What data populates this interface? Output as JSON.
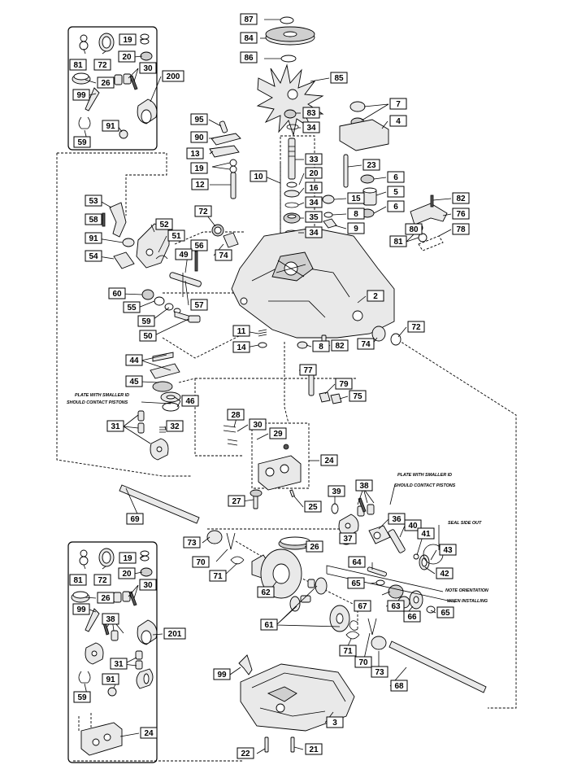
{
  "diagram": {
    "notes": {
      "plate_left_1": "PLATE WITH SMALLER ID",
      "plate_left_2": "SHOULD CONTACT PISTONS",
      "plate_right_1": "PLATE WITH SMALLER ID",
      "plate_right_2": "SHOULD CONTACT PISTONS",
      "seal_side_out": "SEAL SIDE OUT",
      "orientation_1": "NOTE ORIENTATION",
      "orientation_2": "WHEN INSTALLING"
    },
    "labels": [
      "87",
      "84",
      "86",
      "85",
      "83",
      "34",
      "7",
      "4",
      "95",
      "90",
      "13",
      "19",
      "12",
      "10",
      "33",
      "20",
      "16",
      "34",
      "35",
      "34",
      "23",
      "6",
      "5",
      "15",
      "8",
      "9",
      "6",
      "82",
      "76",
      "80",
      "81",
      "78",
      "53",
      "58",
      "91",
      "52",
      "51",
      "54",
      "72",
      "74",
      "56",
      "49",
      "57",
      "60",
      "55",
      "59",
      "50",
      "2",
      "72",
      "74",
      "11",
      "14",
      "8",
      "82",
      "44",
      "45",
      "77",
      "79",
      "75",
      "46",
      "31",
      "32",
      "28",
      "30",
      "29",
      "24",
      "27",
      "25",
      "39",
      "38",
      "36",
      "40",
      "41",
      "43",
      "42",
      "37",
      "69",
      "73",
      "70",
      "71",
      "26",
      "62",
      "64",
      "65",
      "67",
      "63",
      "66",
      "65",
      "61",
      "71",
      "70",
      "73",
      "68",
      "99",
      "3",
      "22",
      "21",
      "81",
      "72",
      "19",
      "20",
      "30",
      "26",
      "99",
      "91",
      "59",
      "200",
      "81",
      "72",
      "19",
      "20",
      "30",
      "26",
      "99",
      "38",
      "31",
      "91",
      "59",
      "24",
      "201"
    ]
  }
}
